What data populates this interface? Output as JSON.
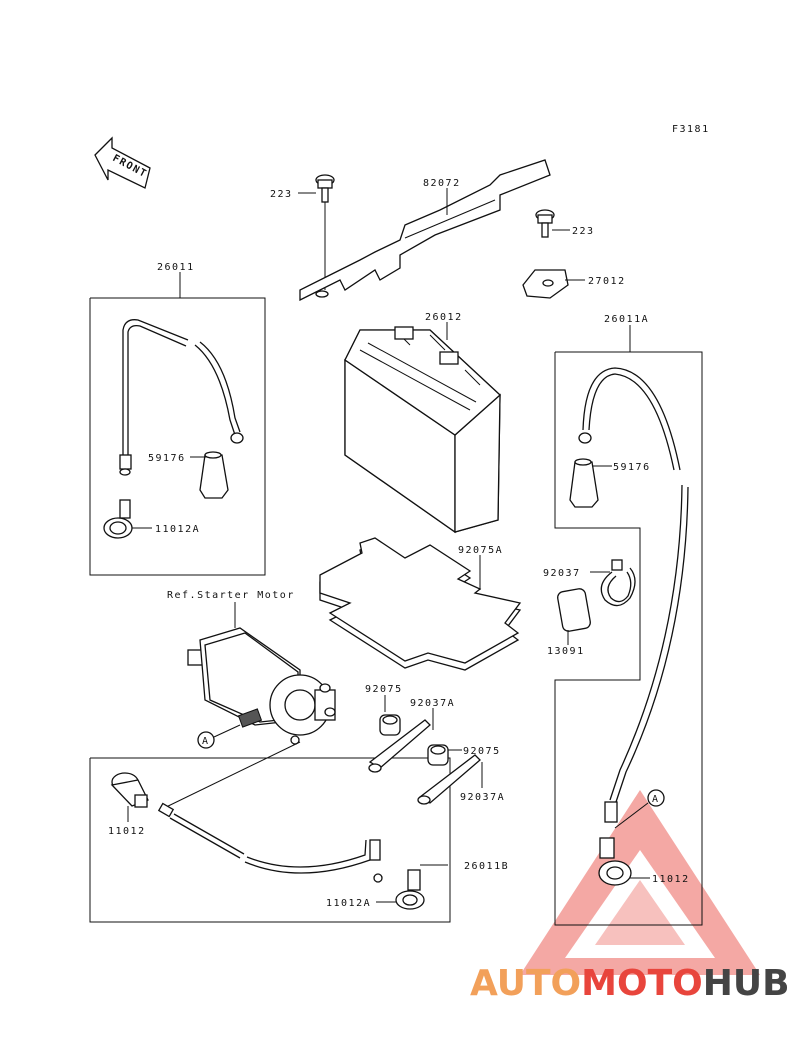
{
  "figure_code": "F3181",
  "front_arrow_label": "FRONT",
  "ref_note": "Ref.Starter Motor",
  "callout_letter": "A",
  "parts": {
    "bolt_top": "223",
    "strap": "82072",
    "bolt_right": "223",
    "bracket": "27012",
    "cable_left": "26011",
    "battery": "26012",
    "cable_right": "26011A",
    "cap_left": "59176",
    "cap_right": "59176",
    "boot_left": "11012A",
    "pad": "92075A",
    "band": "92037",
    "rubber": "13091",
    "damper_1": "92075",
    "clamp_1": "92037A",
    "damper_2": "92075",
    "clamp_2": "92037A",
    "boot_bottom_left": "11012",
    "cable_bottom": "26011B",
    "boot_bottom": "11012A",
    "boot_right": "11012"
  },
  "watermark": {
    "part1": "AUTO",
    "part2": "MOTO",
    "part3": "HUB",
    "color_accent": "#f2a05a",
    "color_red": "#e8453c",
    "color_dark": "#444444"
  }
}
